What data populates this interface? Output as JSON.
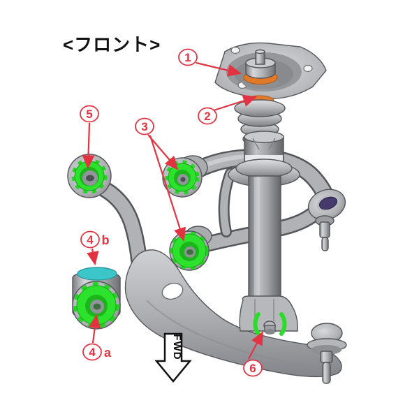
{
  "title": "<フロント>",
  "fwd_arrow": {
    "label": "FWD"
  },
  "callouts": {
    "c1": {
      "number": "1",
      "suffix": ""
    },
    "c2": {
      "number": "2",
      "suffix": ""
    },
    "c3": {
      "number": "3",
      "suffix": ""
    },
    "c4a": {
      "number": "4",
      "suffix": "a"
    },
    "c4b": {
      "number": "4",
      "suffix": "b"
    },
    "c5": {
      "number": "5",
      "suffix": ""
    },
    "c6": {
      "number": "6",
      "suffix": ""
    }
  },
  "colors": {
    "callout_red": "#e23342",
    "highlight_green": "#2ce22c",
    "highlight_orange": "#e07a28",
    "highlight_cyan": "#3cc6ca",
    "highlight_purple": "#463a6d",
    "body_gray": "#b0b2b5"
  }
}
